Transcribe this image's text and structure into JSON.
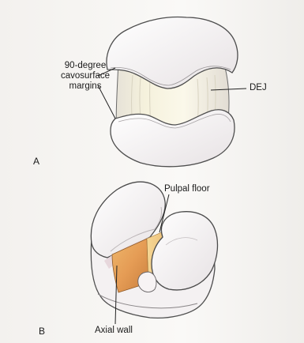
{
  "labels": {
    "cavosurface_line1": "90-degree",
    "cavosurface_line2": "cavosurface",
    "cavosurface_line3": "margins",
    "dej": "DEJ",
    "pulpal_floor": "Pulpal floor",
    "axial_wall": "Axial wall"
  },
  "panels": {
    "a": "A",
    "b": "B"
  },
  "colors": {
    "enamel_outline": "#5a5a5a",
    "enamel_fill": "#fbfafa",
    "shadow": "#d9d4d6",
    "dentin_wall": "#f1ead2",
    "axial_orange": "#e7a45a",
    "pulpal_gold": "#f0c77a",
    "leader_line": "#222222"
  }
}
